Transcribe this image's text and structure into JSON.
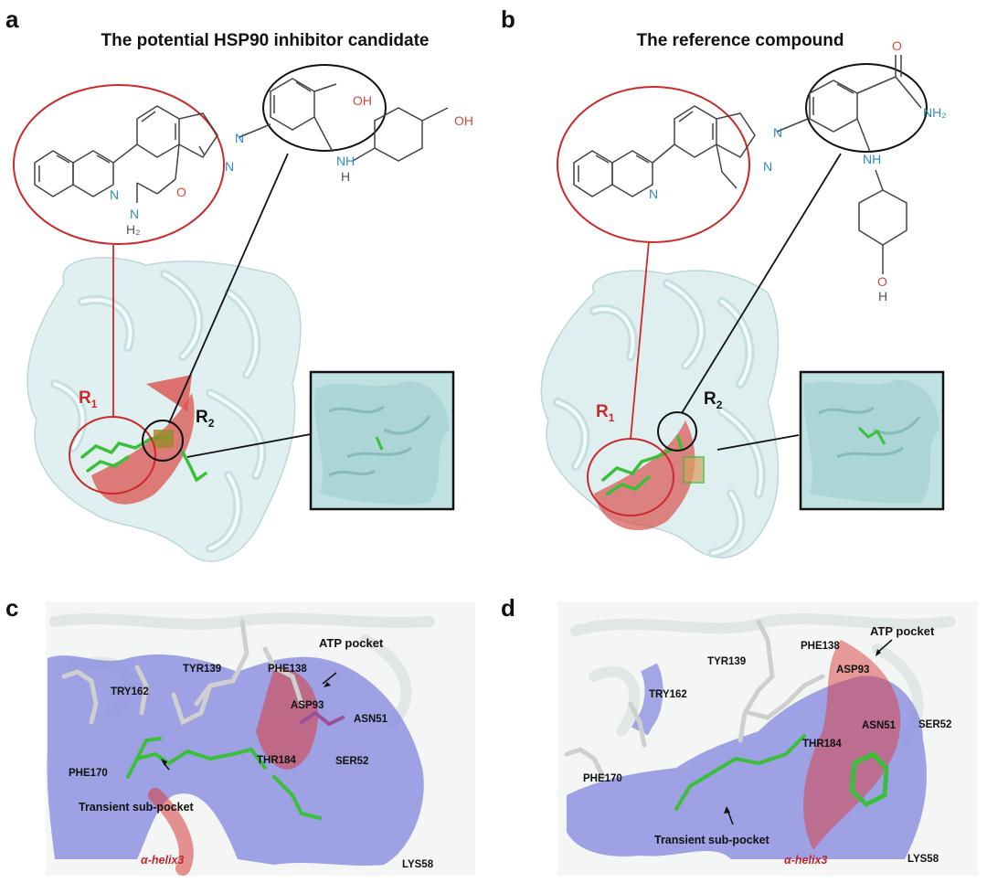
{
  "figure": {
    "panels": [
      {
        "id": "a",
        "label": "a",
        "title": "The potential HSP90 inhibitor candidate",
        "r1": "R",
        "r1_sub": "1",
        "r2": "R",
        "r2_sub": "2",
        "atoms": {
          "n1": "N",
          "n2": "N",
          "n3": "N",
          "nh": "NH",
          "h": "H",
          "oh1": "OH",
          "oh2": "OH",
          "o": "O",
          "nh2": "N",
          "h2": "H₂"
        }
      },
      {
        "id": "b",
        "label": "b",
        "title": "The reference compound",
        "r1": "R",
        "r1_sub": "1",
        "r2": "R",
        "r2_sub": "2",
        "atoms": {
          "n1": "N",
          "n2": "N",
          "n3": "N",
          "nh": "NH",
          "o": "O",
          "nh2": "NH₂",
          "oh": "O",
          "h": "H"
        }
      },
      {
        "id": "c",
        "label": "c",
        "residues": [
          "TYR139",
          "PHE138",
          "ATP pocket",
          "TRY162",
          "ASP93",
          "ASN51",
          "SER52",
          "THR184",
          "PHE170",
          "Transient sub-pocket",
          "α-helix3",
          "LYS58"
        ]
      },
      {
        "id": "d",
        "label": "d",
        "residues": [
          "ATP pocket",
          "PHE138",
          "TYR139",
          "ASP93",
          "TRY162",
          "ASN51",
          "SER52",
          "THR184",
          "PHE170",
          "Transient sub-pocket",
          "α-helix3",
          "LYS58"
        ]
      }
    ]
  },
  "colors": {
    "red": "#cc2a2a",
    "black": "#111111",
    "protein": "#d7eced",
    "surface": "#8e92e0",
    "ligand": "#3bbf3b",
    "pocket_red": "#d93c3c"
  }
}
